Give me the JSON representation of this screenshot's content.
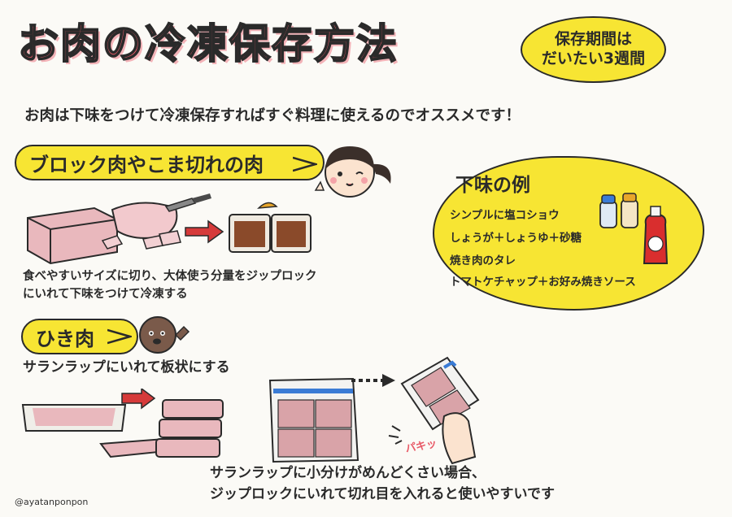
{
  "title": "お肉の冷凍保存方法",
  "storage_note": {
    "line1": "保存期間は",
    "line2": "だいたい3週間"
  },
  "intro": "お肉は下味をつけて冷凍保存すればすぐ料理に使えるのでオススメです！",
  "block_section": {
    "heading": "ブロック肉やこま切れの肉",
    "caption_line1": "食べやすいサイズに切り、大体使う分量をジップロック",
    "caption_line2": "にいれて下味をつけて冷凍する"
  },
  "seasoning": {
    "heading": "下味の例",
    "items": [
      "シンプルに塩コショウ",
      "しょうが＋しょうゆ＋砂糖",
      "焼き肉のタレ",
      "トマトケチャップ＋お好み焼きソース"
    ]
  },
  "ground_section": {
    "heading": "ひき肉",
    "caption": "サランラップにいれて板状にする",
    "tip_line1": "サランラップに小分けがめんどくさい場合、",
    "tip_line2": "ジップロックにいれて切れ目を入れると使いやすいです",
    "sfx": "パキッ"
  },
  "credit": "@ayatanponpon",
  "colors": {
    "accent": "#e85a67",
    "bubble": "#f7e533",
    "meat": "#e9b8bd"
  }
}
